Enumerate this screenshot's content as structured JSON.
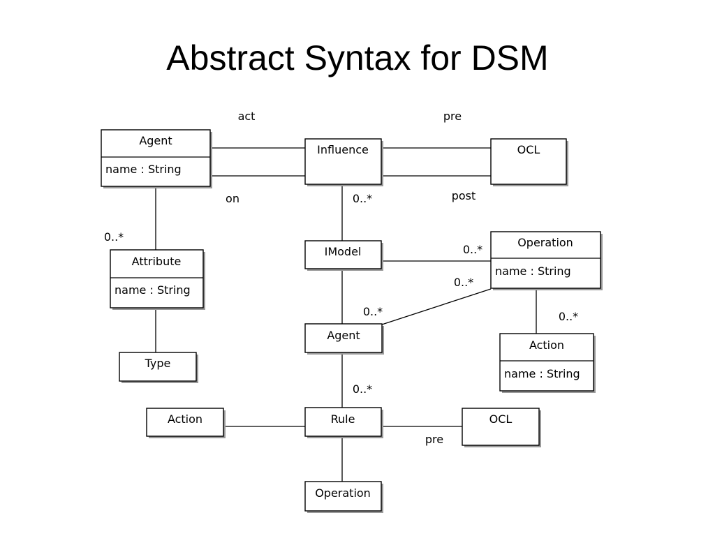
{
  "title": "Abstract Syntax for DSM",
  "classes": {
    "agent_top": {
      "name": "Agent",
      "attr": "name : String"
    },
    "influence": {
      "name": "Influence"
    },
    "ocl_top": {
      "name": "OCL"
    },
    "attribute": {
      "name": "Attribute",
      "attr": "name : String"
    },
    "type": {
      "name": "Type"
    },
    "imodel": {
      "name": "IModel"
    },
    "operation_right": {
      "name": "Operation",
      "attr": "name : String"
    },
    "agent_mid": {
      "name": "Agent"
    },
    "action_right": {
      "name": "Action",
      "attr": "name : String"
    },
    "action_left": {
      "name": "Action"
    },
    "rule": {
      "name": "Rule"
    },
    "ocl_bottom": {
      "name": "OCL"
    },
    "operation_bottom": {
      "name": "Operation"
    }
  },
  "labels": {
    "act": "act",
    "pre_top": "pre",
    "on": "on",
    "post": "post",
    "mult_influence_imodel": "0..*",
    "mult_agent_attribute": "0..*",
    "mult_imodel_operation": "0..*",
    "mult_operation_agent_op": "0..*",
    "mult_operation_agent_agent": "0..*",
    "mult_operation_action": "0..*",
    "mult_agent_rule": "0..*",
    "pre_bottom": "pre"
  }
}
